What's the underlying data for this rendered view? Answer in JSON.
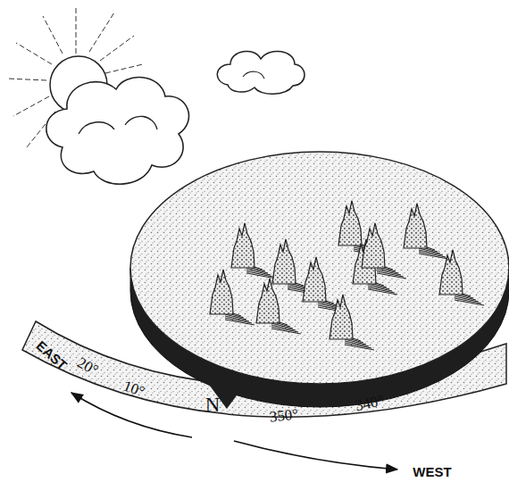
{
  "diagram": {
    "labels": [
      "EAST",
      "20°",
      "10°",
      "N",
      "350°",
      "340°",
      "WEST"
    ]
  }
}
